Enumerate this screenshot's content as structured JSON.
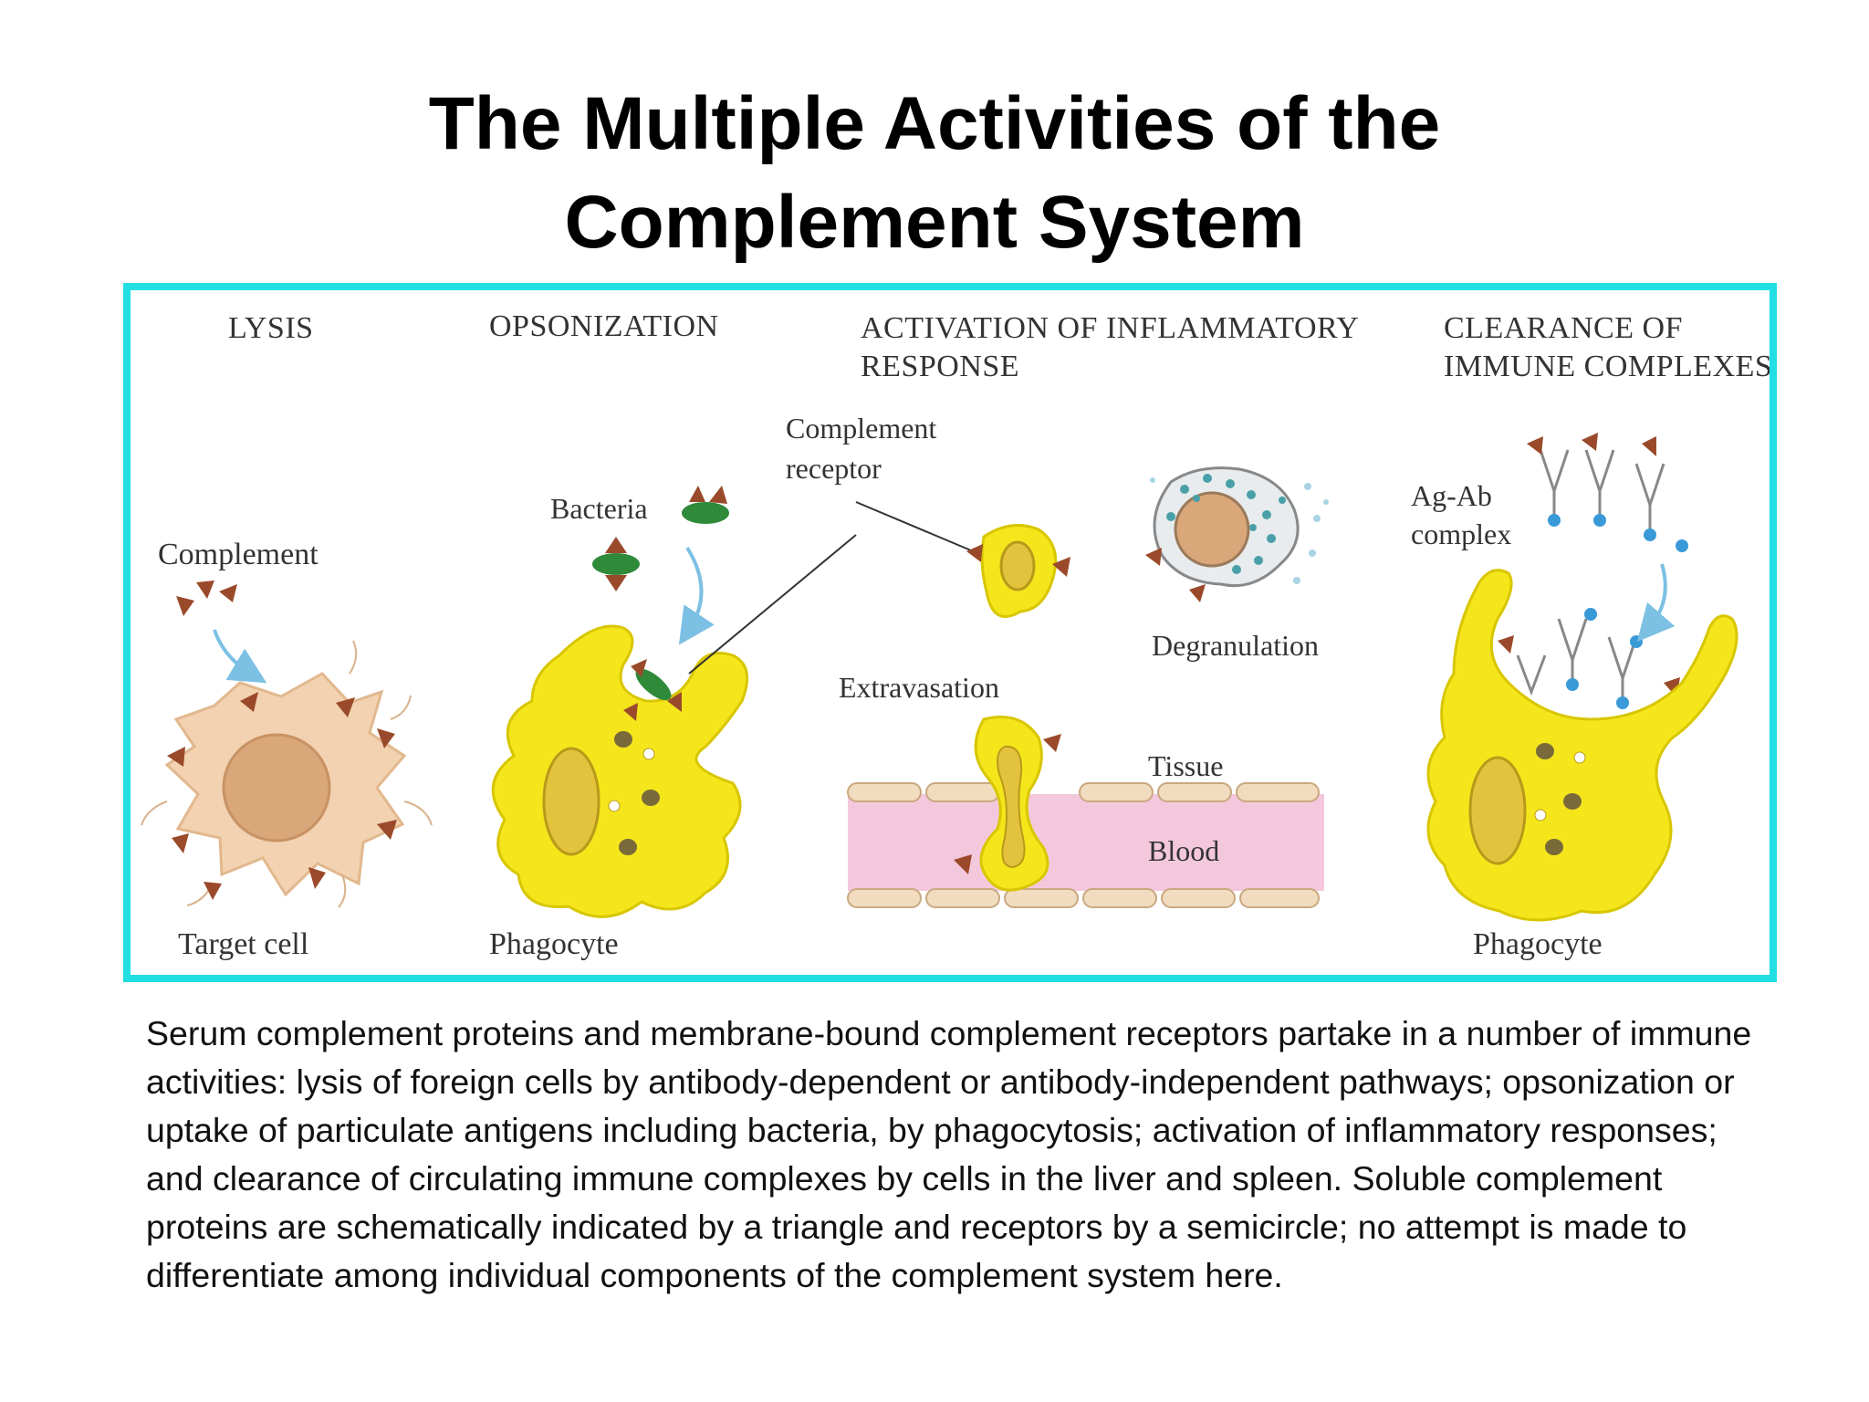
{
  "title_line1": "The Multiple Activities of the",
  "title_line2": "Complement System",
  "panels": {
    "lysis": {
      "header": "LYSIS",
      "complement": "Complement",
      "target_cell": "Target cell"
    },
    "opsonization": {
      "header": "OPSONIZATION",
      "bacteria": "Bacteria",
      "phagocyte": "Phagocyte"
    },
    "inflammation": {
      "header_line1": "ACTIVATION OF INFLAMMATORY",
      "header_line2": "RESPONSE",
      "receptor_line1": "Complement",
      "receptor_line2": "receptor",
      "degranulation": "Degranulation",
      "extravasation": "Extravasation",
      "tissue": "Tissue",
      "blood": "Blood"
    },
    "clearance": {
      "header_line1": "CLEARANCE OF",
      "header_line2": "IMMUNE COMPLEXES",
      "agab_line1": "Ag-Ab",
      "agab_line2": "complex",
      "phagocyte": "Phagocyte"
    }
  },
  "caption": "Serum complement proteins and membrane-bound complement receptors partake in a number of immune activities: lysis of foreign cells by antibody-dependent or antibody-independent pathways; opsonization or uptake of particulate antigens including bacteria, by phagocytosis; activation of inflammatory responses; and clearance of circulating immune complexes by cells in the liver and spleen. Soluble complement proteins are schematically indicated by a triangle and receptors by a semicircle; no attempt is made to differentiate among individual components of the complement system here.",
  "colors": {
    "frame": "#22dfe3",
    "phagocyte": "#f5e61c",
    "complement_triangle": "#9a4a2a",
    "bacteria": "#2f8a3a",
    "antibody_tip": "#3a9ad8",
    "target_cell": "#f2d2b0",
    "blood_vessel": "#f4c8dc"
  }
}
